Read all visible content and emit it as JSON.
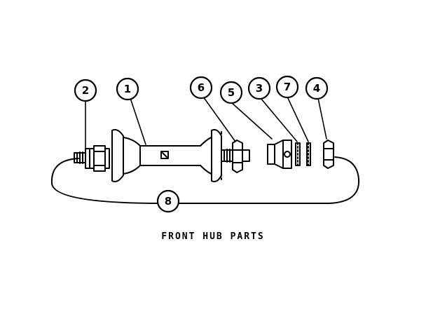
{
  "caption": "FRONT HUB PARTS",
  "callouts": [
    {
      "id": "callout-2",
      "label": "2"
    },
    {
      "id": "callout-1",
      "label": "1"
    },
    {
      "id": "callout-6",
      "label": "6"
    },
    {
      "id": "callout-5",
      "label": "5"
    },
    {
      "id": "callout-3",
      "label": "3"
    },
    {
      "id": "callout-7",
      "label": "7"
    },
    {
      "id": "callout-4",
      "label": "4"
    },
    {
      "id": "callout-8",
      "label": "8"
    }
  ],
  "colors": {
    "ink": "#000000",
    "paper": "#ffffff"
  }
}
